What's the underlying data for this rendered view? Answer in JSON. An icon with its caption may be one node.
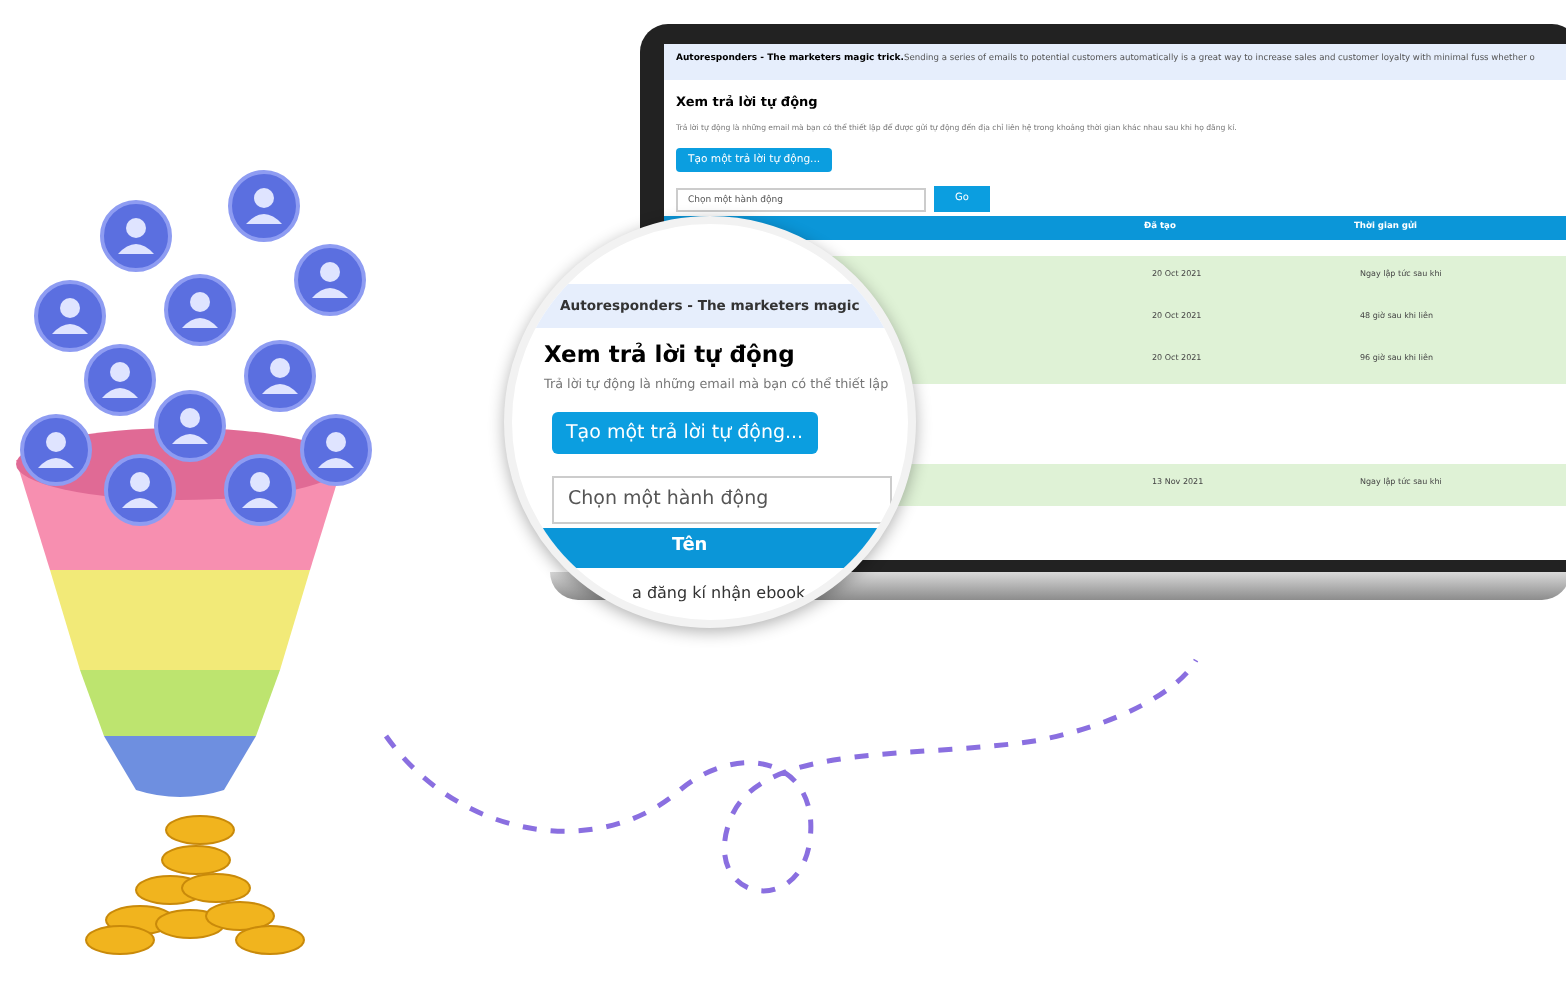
{
  "diagram": {
    "labels": [
      "Autoresponders - The marketers magic trick.",
      "Sending a series of emails to potential customers automatically is a great way to increase sales and customer loyalty with minimal fuss whether o",
      "Xem trả lời tự động",
      "Trả lời tự động là những email mà bạn có thể thiết lập để được gửi tự động đến địa chỉ liên hệ trong khoảng thời gian khác nhau sau khi họ đăng kí.",
      "Tạo một trả lời tự động...",
      "Chọn một hành động",
      "Go",
      "Đã tạo",
      "Thời gian gửi",
      "20 Oct 2021",
      "Ngay lập tức sau khi",
      "20 Oct 2021",
      "48 giờ sau khi liên",
      "20 Oct 2021",
      "96 giờ sau khi liên",
      "13 Nov 2021",
      "Ngay lập tức sau khi",
      "Autoresponders - The marketers magic",
      "Xem trả lời tự động",
      "Trả lời tự động là những email mà bạn có thể thiết lập",
      "Tạo một trả lời tự động...",
      "Chọn một hành động",
      "Tên",
      "a đăng kí nhận ebook"
    ]
  }
}
